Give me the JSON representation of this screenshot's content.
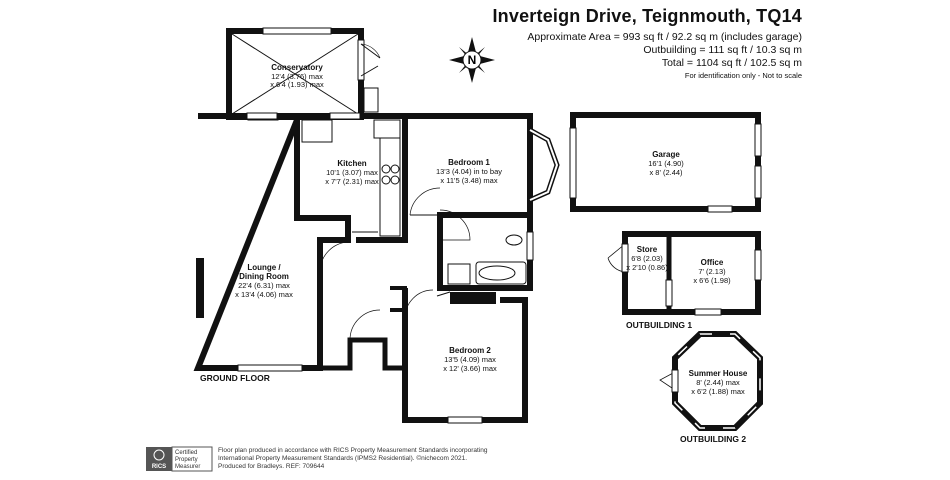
{
  "header": {
    "title": "Inverteign Drive, Teignmouth, TQ14",
    "approx_area": "Approximate Area = 993 sq ft / 92.2 sq m (includes garage)",
    "outbuilding": "Outbuilding = 111 sq ft / 10.3 sq m",
    "total": "Total = 1104 sq ft / 102.5 sq m",
    "disclaimer": "For identification only - Not to scale"
  },
  "compass": {
    "letter": "N"
  },
  "rooms": {
    "conservatory": {
      "name": "Conservatory",
      "dim1": "12'4 (3.76) max",
      "dim2": "x 6'4 (1.93) max"
    },
    "kitchen": {
      "name": "Kitchen",
      "dim1": "10'1 (3.07) max",
      "dim2": "x 7'7 (2.31) max"
    },
    "bedroom1": {
      "name": "Bedroom 1",
      "dim1": "13'3 (4.04) in to bay",
      "dim2": "x 11'5 (3.48) max"
    },
    "lounge": {
      "name": "Lounge /",
      "name2": "Dining Room",
      "dim1": "22'4 (6.31) max",
      "dim2": "x 13'4 (4.06) max"
    },
    "bedroom2": {
      "name": "Bedroom 2",
      "dim1": "13'5 (4.09) max",
      "dim2": "x 12' (3.66) max"
    },
    "garage": {
      "name": "Garage",
      "dim1": "16'1 (4.90)",
      "dim2": "x 8' (2.44)"
    },
    "store": {
      "name": "Store",
      "dim1": "6'8 (2.03)",
      "dim2": "x 2'10 (0.86)"
    },
    "office": {
      "name": "Office",
      "dim1": "7' (2.13)",
      "dim2": "x 6'6 (1.98)"
    },
    "summerhouse": {
      "name": "Summer House",
      "dim1": "8' (2.44) max",
      "dim2": "x 6'2 (1.88) max"
    }
  },
  "floor_labels": {
    "ground": "GROUND FLOOR",
    "outbuilding1": "OUTBUILDING 1",
    "outbuilding2": "OUTBUILDING 2"
  },
  "footer": {
    "badge_line1": "Certified",
    "badge_line2": "Property",
    "badge_line3": "Measurer",
    "rics": "RICS",
    "line1": "Floor plan produced in accordance with RICS Property Measurement Standards incorporating",
    "line2": "International Property Measurement Standards (IPMS2 Residential). ©nichecom 2021.",
    "line3": "Produced for Bradleys.   REF:  709644"
  },
  "colors": {
    "wall": "#111111",
    "window": "#ffffff",
    "badge": "#555555"
  }
}
